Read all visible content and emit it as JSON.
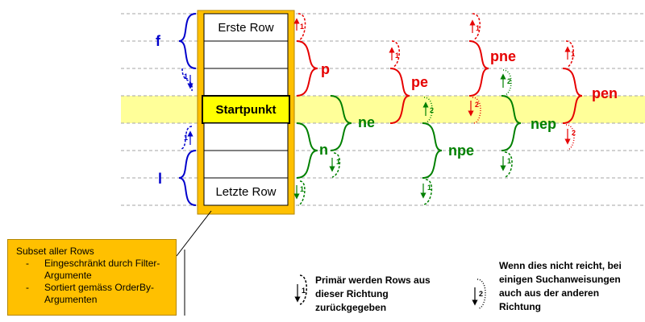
{
  "rows": {
    "first": "Erste Row",
    "start": "Startpunkt",
    "last": "Letzte Row"
  },
  "groups": {
    "f": "f",
    "l": "l",
    "p": "p",
    "n": "n",
    "ne": "ne",
    "pe": "pe",
    "npe": "npe",
    "pne": "pne",
    "nep": "nep",
    "pen": "pen"
  },
  "step_labels": {
    "primary": "1",
    "secondary": "2"
  },
  "subset_box": {
    "title": "Subset aller Rows",
    "items": [
      "Eingeschränkt durch Filter-Argumente",
      "Sortiert gemäss OrderBy-Argumenten"
    ],
    "bullet": "-"
  },
  "legend": {
    "primary_text": "Primär werden Rows aus dieser Richtung zurückgegeben",
    "secondary_text": "Wenn dies nicht reicht, bei einigen Suchanweisungen auch aus der anderen Richtung"
  },
  "colors": {
    "blue": "#0000cc",
    "red": "#e60000",
    "green": "#008000",
    "highlight_band": "#ffff99",
    "start_cell": "#ffff00",
    "subset_fill": "#ffc000",
    "grid_line": "#a6a6a6"
  }
}
